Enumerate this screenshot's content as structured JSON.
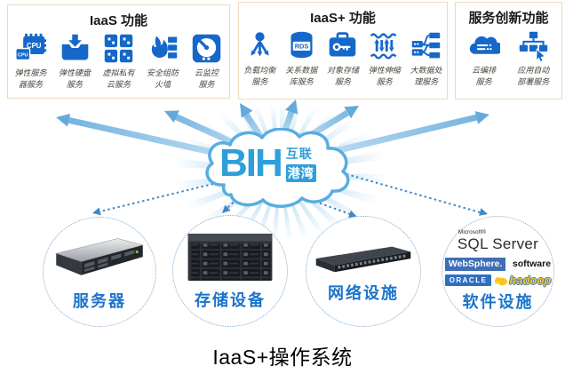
{
  "colors": {
    "icon_blue": "#1568c9",
    "box_border": "#eddcbd",
    "label_text": "#4a443c",
    "circle_label_blue": "#1b74cc",
    "arrow_blue": "#63aadb",
    "dotted_blue": "#4288c6",
    "cloud_stroke": "#57ade1",
    "bih_blue": "#2e9fd9",
    "websphere_badge": "#3f6eb5",
    "oracle_badge": "#2f6fc2",
    "hadoop_yellow": "#f7c51e"
  },
  "header_boxes": [
    {
      "title": "IaaS 功能",
      "items": [
        {
          "icon": "cpu-chip-icon",
          "icon_text": "CPU",
          "lines": [
            "弹性服务",
            "器服务"
          ]
        },
        {
          "icon": "elastic-disk-icon",
          "lines": [
            "弹性硬盘",
            "服务"
          ]
        },
        {
          "icon": "vpc-icon",
          "lines": [
            "虚拟私有",
            "云服务"
          ]
        },
        {
          "icon": "firewall-icon",
          "lines": [
            "安全组防",
            "火墙"
          ]
        },
        {
          "icon": "cloud-monitor-icon",
          "lines": [
            "云监控",
            "服务"
          ]
        }
      ]
    },
    {
      "title": "IaaS+ 功能",
      "items": [
        {
          "icon": "load-balancer-icon",
          "lines": [
            "负载均衡",
            "服务"
          ]
        },
        {
          "icon": "rds-database-icon",
          "icon_text": "RDS",
          "lines": [
            "关系数据",
            "库服务"
          ]
        },
        {
          "icon": "object-storage-icon",
          "lines": [
            "对象存储",
            "服务"
          ]
        },
        {
          "icon": "auto-scaling-icon",
          "lines": [
            "弹性伸缩",
            "服务"
          ]
        },
        {
          "icon": "big-data-icon",
          "lines": [
            "大数据处",
            "理服务"
          ]
        }
      ]
    },
    {
      "title": "服务创新功能",
      "items": [
        {
          "icon": "cloud-orchestration-icon",
          "lines": [
            "云编排",
            "服务"
          ]
        },
        {
          "icon": "auto-deploy-icon",
          "lines": [
            "应用自动",
            "部署服务"
          ]
        }
      ]
    }
  ],
  "cloud": {
    "logo": "BIH",
    "sub_top": "互联",
    "sub_bottom": "港湾"
  },
  "infrastructure": [
    {
      "label": "服务器",
      "image": "rack-server"
    },
    {
      "label": "存储设备",
      "image": "storage-array"
    },
    {
      "label": "网络设施",
      "image": "network-switch"
    },
    {
      "label": "软件设施",
      "image": "software-logos",
      "logos": {
        "microsoft": "Microsoft®",
        "sql_server": "SQL Server",
        "websphere": "WebSphere.",
        "websphere_suffix": "software",
        "oracle": "ORACLE",
        "hadoop": "hadoop"
      }
    }
  ],
  "caption": "IaaS+操作系统"
}
